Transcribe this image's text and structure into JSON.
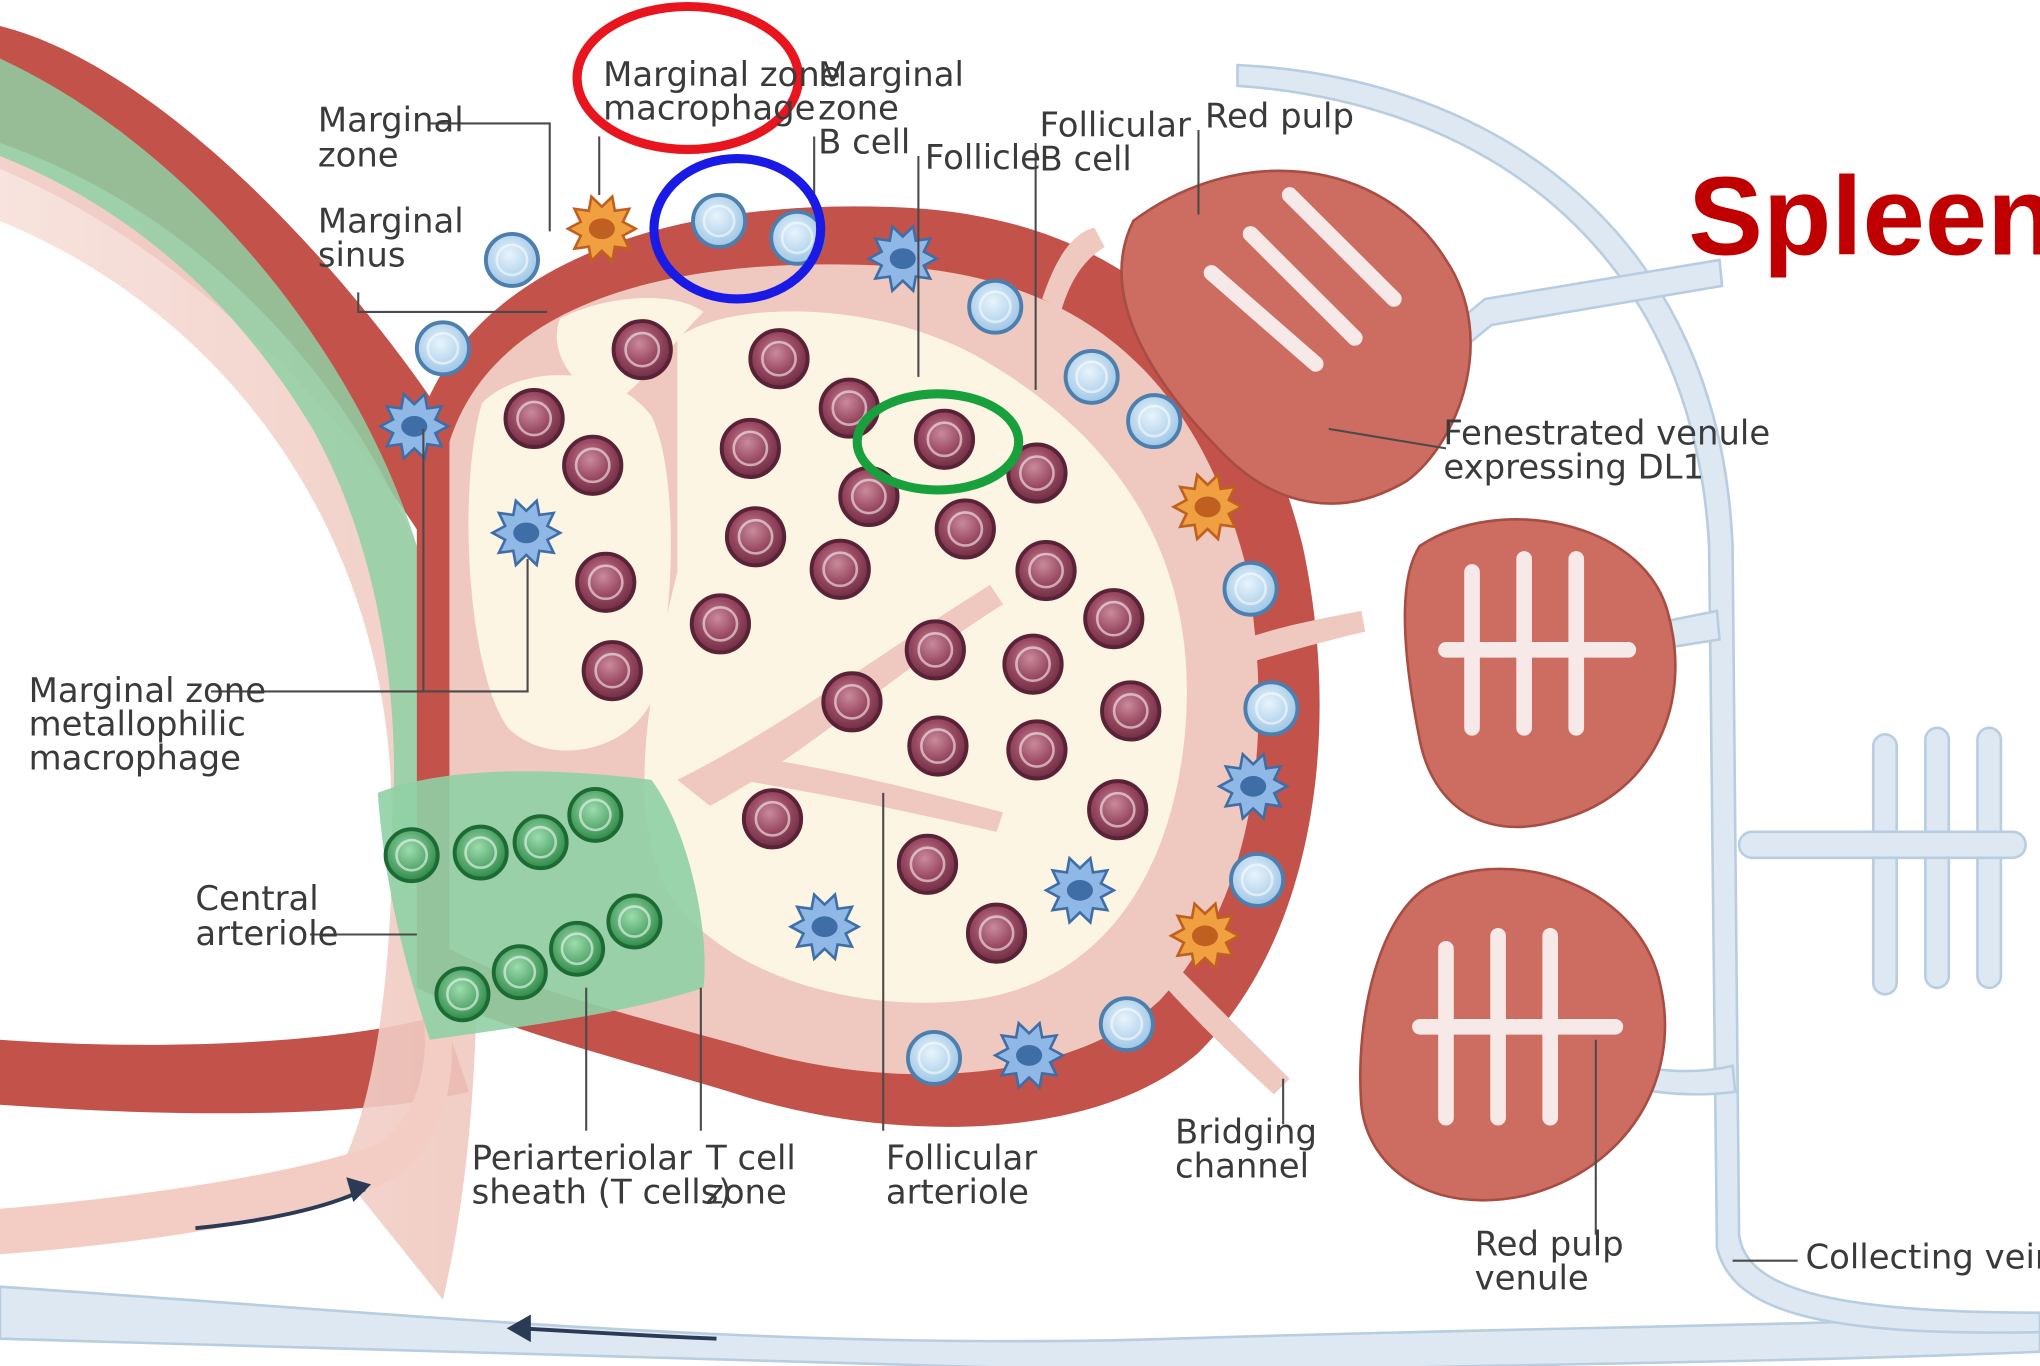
{
  "title": "Spleen",
  "labels": {
    "marginal_zone": [
      "Marginal",
      "zone"
    ],
    "marginal_zone_macrophage": [
      "Marginal zone",
      "macrophage"
    ],
    "marginal_zone_b_cell": [
      "Marginal",
      "zone",
      "B cell"
    ],
    "follicle": [
      "Follicle"
    ],
    "follicular_b_cell": [
      "Follicular",
      "B cell"
    ],
    "red_pulp": [
      "Red pulp"
    ],
    "marginal_sinus": [
      "Marginal",
      "sinus"
    ],
    "fenestrated_venule": [
      "Fenestrated venule",
      "expressing DL1"
    ],
    "metallophilic_macrophage": [
      "Marginal zone",
      "metallophilic",
      "macrophage"
    ],
    "central_arteriole": [
      "Central",
      "arteriole"
    ],
    "periarteriolar_sheath": [
      "Periarteriolar",
      "sheath (T cells)"
    ],
    "t_cell_zone": [
      "T cell",
      "zone"
    ],
    "follicular_arteriole": [
      "Follicular",
      "arteriole"
    ],
    "bridging_channel": [
      "Bridging",
      "channel"
    ],
    "red_pulp_venule": [
      "Red pulp",
      "venule"
    ],
    "collecting_vein": [
      "Collecting vein"
    ]
  },
  "highlights": [
    {
      "target": "marginal-zone-macrophage-label",
      "color": "#e8141e"
    },
    {
      "target": "marginal-zone-b-cells",
      "color": "#1a1ae6"
    },
    {
      "target": "follicular-b-cell",
      "color": "#17a03c"
    }
  ],
  "colors": {
    "artery": "#c2524a",
    "artery_light": "#f3cdc4",
    "green_sheath": "#8fd0a4",
    "follicle": "#fdf5e4",
    "follicle_b_cell": "#9a4a62",
    "marginal_b_cell": "#b8d8f0",
    "t_cell": "#3aa055",
    "vein": "#dde8f3",
    "title": "#c00000"
  }
}
